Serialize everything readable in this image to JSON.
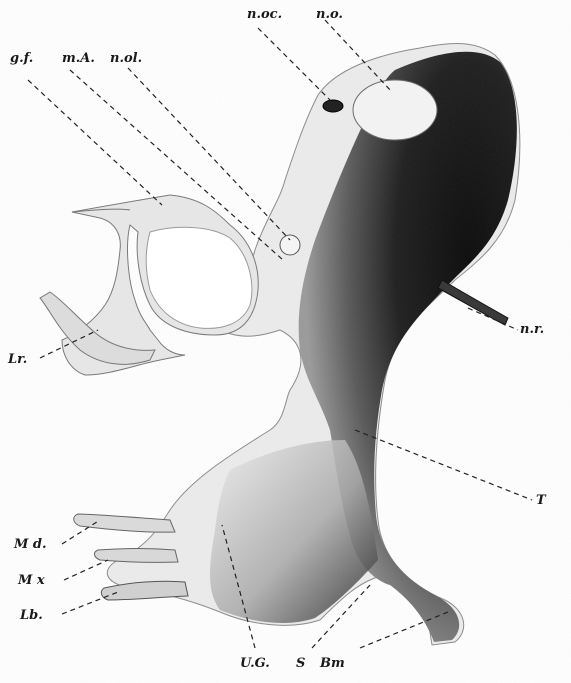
{
  "figure": {
    "labels": {
      "n_oc": "n.oc.",
      "n_o": "n.o.",
      "g_f": "g.f.",
      "m_A": "m.A.",
      "n_ol": "n.ol.",
      "n_r": "n.r.",
      "Lr": "Lr.",
      "T": "T",
      "Md": "M d.",
      "Mx": "M x",
      "Lb": "Lb.",
      "UG": "U.G.",
      "S": "S",
      "Bm": "Bm"
    },
    "colors": {
      "background": "#ffffff",
      "tissue_light": "#e9e9e9",
      "tissue_dark": "#141414",
      "ink": "#1a1a1a"
    }
  }
}
